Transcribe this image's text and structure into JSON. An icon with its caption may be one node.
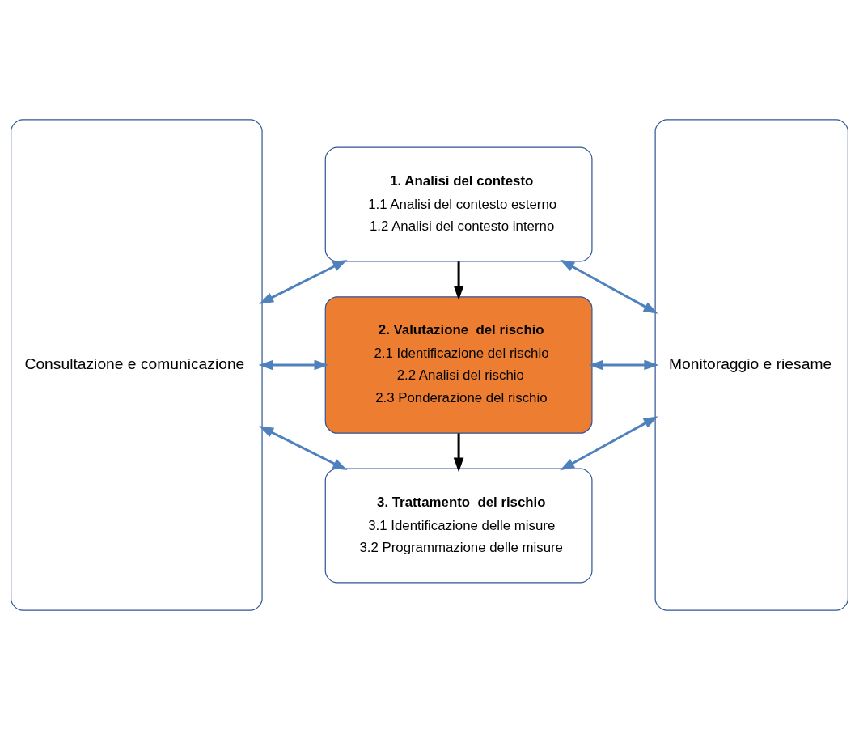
{
  "diagram": {
    "nodes": [
      {
        "text": [
          "Consultazione e comunicazione"
        ]
      },
      {
        "text": [
          "1. Analisi del contesto",
          "1.1 Analisi del contesto esterno",
          "1.2 Analisi del contesto interno"
        ]
      },
      {
        "text": [
          "2. Valutazione  del rischio",
          "2.1 Identificazione del rischio",
          "2.2 Analisi del rischio",
          "2.3 Ponderazione del rischio"
        ]
      },
      {
        "text": [
          "3. Trattamento  del rischio",
          "3.1 Identificazione delle misure",
          "3.2 Programmazione delle misure"
        ]
      },
      {
        "text": [
          "Monitoraggio e riesame"
        ]
      }
    ],
    "edges": [
      {
        "from": 0,
        "to": 1,
        "arrow": "both"
      },
      {
        "from": 1,
        "to": 4,
        "arrow": "both"
      },
      {
        "from": 1,
        "to": 2,
        "arrow": "to",
        "color": "#000000"
      },
      {
        "from": 0,
        "to": 2,
        "arrow": "both"
      },
      {
        "from": 2,
        "to": 4,
        "arrow": "both"
      },
      {
        "from": 2,
        "to": 3,
        "arrow": "to",
        "color": "#000000"
      },
      {
        "from": 0,
        "to": 3,
        "arrow": "both"
      },
      {
        "from": 3,
        "to": 4,
        "arrow": "both"
      }
    ]
  }
}
